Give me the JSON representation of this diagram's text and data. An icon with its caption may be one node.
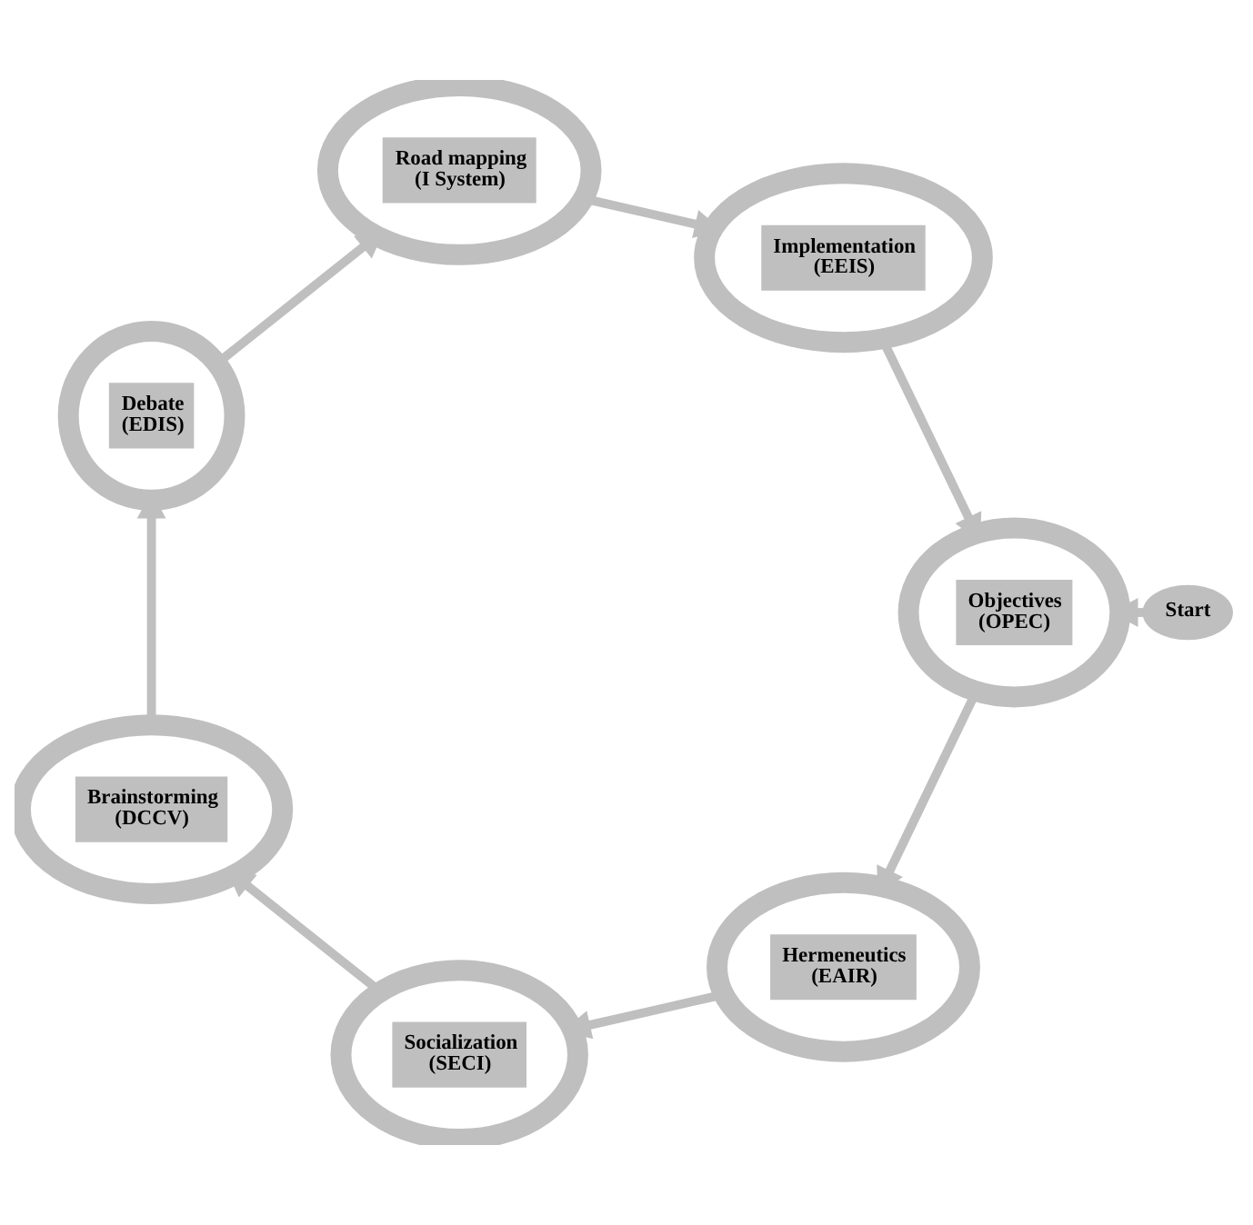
{
  "diagram": {
    "nodes": [
      {
        "text": [
          "Socialization",
          "(SECI)"
        ]
      },
      {
        "text": [
          "Brainstorming",
          "(DCCV)"
        ]
      },
      {
        "text": [
          "Hermeneutics",
          "(EAIR)"
        ]
      },
      {
        "text": [
          "Debate",
          "(EDIS)"
        ]
      },
      {
        "text": [
          "Objectives",
          "(OPEC)"
        ]
      },
      {
        "text": [
          "Road mapping",
          "(I System)"
        ]
      },
      {
        "text": [
          "Implementation",
          "(EEIS)"
        ]
      },
      {
        "text": [
          "Start"
        ]
      }
    ],
    "edges": [
      {
        "from": 7,
        "to": 4,
        "arrow": "to"
      },
      {
        "from": 4,
        "to": 2,
        "arrow": "to"
      },
      {
        "from": 2,
        "to": 0,
        "arrow": "to"
      },
      {
        "from": 0,
        "to": 1,
        "arrow": "to"
      },
      {
        "from": 1,
        "to": 3,
        "arrow": "to"
      },
      {
        "from": 3,
        "to": 5,
        "arrow": "to"
      },
      {
        "from": 5,
        "to": 6,
        "arrow": "to"
      },
      {
        "from": 6,
        "to": 4,
        "arrow": "to"
      }
    ]
  }
}
